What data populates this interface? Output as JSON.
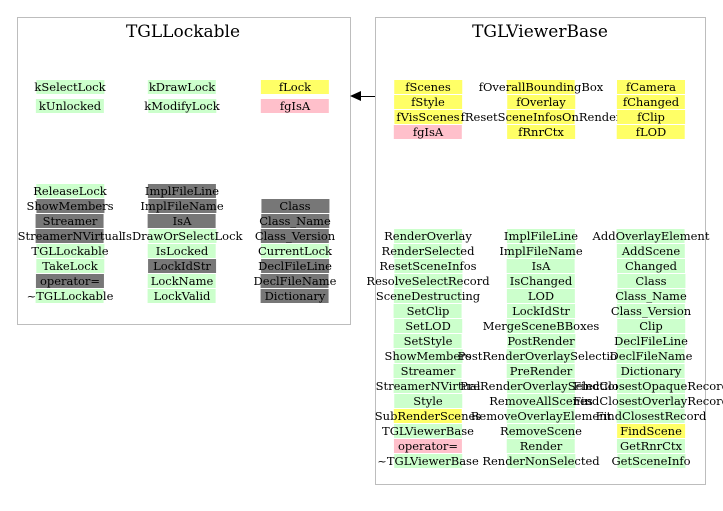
{
  "colors": {
    "public": "#ccffcc",
    "protected": "#ffff66",
    "private": "#ffc0cb",
    "inherited": "#777777"
  },
  "classes": {
    "lockable": {
      "title": "TGLLockable",
      "data_members": {
        "col1": [
          {
            "label": "kSelectLock",
            "kind": "public"
          },
          {
            "label": "kUnlocked",
            "kind": "public"
          }
        ],
        "col2": [
          {
            "label": "kDrawLock",
            "kind": "public"
          },
          {
            "label": "kModifyLock",
            "kind": "public"
          }
        ],
        "col3": [
          {
            "label": "fLock",
            "kind": "protected"
          },
          {
            "label": "fgIsA",
            "kind": "private"
          }
        ]
      },
      "methods": {
        "col1": [
          {
            "label": "ReleaseLock",
            "kind": "public"
          },
          {
            "label": "ShowMembers",
            "kind": "inherited"
          },
          {
            "label": "Streamer",
            "kind": "inherited"
          },
          {
            "label": "StreamerNVirtual",
            "kind": "inherited"
          },
          {
            "label": "TGLLockable",
            "kind": "public"
          },
          {
            "label": "TakeLock",
            "kind": "public"
          },
          {
            "label": "operator=",
            "kind": "inherited"
          },
          {
            "label": "~TGLLockable",
            "kind": "public"
          }
        ],
        "col2": [
          {
            "label": "ImplFileLine",
            "kind": "inherited"
          },
          {
            "label": "ImplFileName",
            "kind": "inherited"
          },
          {
            "label": "IsA",
            "kind": "inherited"
          },
          {
            "label": "IsDrawOrSelectLock",
            "kind": "public"
          },
          {
            "label": "IsLocked",
            "kind": "public"
          },
          {
            "label": "LockIdStr",
            "kind": "inherited"
          },
          {
            "label": "LockName",
            "kind": "public"
          },
          {
            "label": "LockValid",
            "kind": "public"
          }
        ],
        "col3": [
          {
            "label": "Class",
            "kind": "inherited"
          },
          {
            "label": "Class_Name",
            "kind": "inherited"
          },
          {
            "label": "Class_Version",
            "kind": "inherited"
          },
          {
            "label": "CurrentLock",
            "kind": "public"
          },
          {
            "label": "DeclFileLine",
            "kind": "inherited"
          },
          {
            "label": "DeclFileName",
            "kind": "inherited"
          },
          {
            "label": "Dictionary",
            "kind": "inherited"
          }
        ]
      }
    },
    "viewerbase": {
      "title": "TGLViewerBase",
      "data_members": {
        "col1": [
          {
            "label": "fScenes",
            "kind": "protected"
          },
          {
            "label": "fStyle",
            "kind": "protected"
          },
          {
            "label": "fVisScenes",
            "kind": "protected"
          },
          {
            "label": "fgIsA",
            "kind": "private"
          }
        ],
        "col2": [
          {
            "label": "fOverallBoundingBox",
            "kind": "protected"
          },
          {
            "label": "fOverlay",
            "kind": "protected"
          },
          {
            "label": "fResetSceneInfosOnRender",
            "kind": "protected"
          },
          {
            "label": "fRnrCtx",
            "kind": "protected"
          }
        ],
        "col3": [
          {
            "label": "fCamera",
            "kind": "protected"
          },
          {
            "label": "fChanged",
            "kind": "protected"
          },
          {
            "label": "fClip",
            "kind": "protected"
          },
          {
            "label": "fLOD",
            "kind": "protected"
          }
        ]
      },
      "methods": {
        "col1": [
          {
            "label": "RenderOverlay",
            "kind": "public"
          },
          {
            "label": "RenderSelected",
            "kind": "public"
          },
          {
            "label": "ResetSceneInfos",
            "kind": "public"
          },
          {
            "label": "ResolveSelectRecord",
            "kind": "public"
          },
          {
            "label": "SceneDestructing",
            "kind": "public"
          },
          {
            "label": "SetClip",
            "kind": "public"
          },
          {
            "label": "SetLOD",
            "kind": "public"
          },
          {
            "label": "SetStyle",
            "kind": "public"
          },
          {
            "label": "ShowMembers",
            "kind": "public"
          },
          {
            "label": "Streamer",
            "kind": "public"
          },
          {
            "label": "StreamerNVirtual",
            "kind": "public"
          },
          {
            "label": "Style",
            "kind": "public"
          },
          {
            "label": "SubRenderScenes",
            "kind": "protected"
          },
          {
            "label": "TGLViewerBase",
            "kind": "public"
          },
          {
            "label": "operator=",
            "kind": "private"
          },
          {
            "label": "~TGLViewerBase",
            "kind": "public"
          }
        ],
        "col2": [
          {
            "label": "ImplFileLine",
            "kind": "public"
          },
          {
            "label": "ImplFileName",
            "kind": "public"
          },
          {
            "label": "IsA",
            "kind": "public"
          },
          {
            "label": "IsChanged",
            "kind": "public"
          },
          {
            "label": "LOD",
            "kind": "public"
          },
          {
            "label": "LockIdStr",
            "kind": "public"
          },
          {
            "label": "MergeSceneBBoxes",
            "kind": "public"
          },
          {
            "label": "PostRender",
            "kind": "public"
          },
          {
            "label": "PostRenderOverlaySelection",
            "kind": "public"
          },
          {
            "label": "PreRender",
            "kind": "public"
          },
          {
            "label": "PreRenderOverlaySelection",
            "kind": "public"
          },
          {
            "label": "RemoveAllScenes",
            "kind": "public"
          },
          {
            "label": "RemoveOverlayElement",
            "kind": "public"
          },
          {
            "label": "RemoveScene",
            "kind": "public"
          },
          {
            "label": "Render",
            "kind": "public"
          },
          {
            "label": "RenderNonSelected",
            "kind": "public"
          }
        ],
        "col3": [
          {
            "label": "AddOverlayElement",
            "kind": "public"
          },
          {
            "label": "AddScene",
            "kind": "public"
          },
          {
            "label": "Changed",
            "kind": "public"
          },
          {
            "label": "Class",
            "kind": "public"
          },
          {
            "label": "Class_Name",
            "kind": "public"
          },
          {
            "label": "Class_Version",
            "kind": "public"
          },
          {
            "label": "Clip",
            "kind": "public"
          },
          {
            "label": "DeclFileLine",
            "kind": "public"
          },
          {
            "label": "DeclFileName",
            "kind": "public"
          },
          {
            "label": "Dictionary",
            "kind": "public"
          },
          {
            "label": "FindClosestOpaqueRecord",
            "kind": "public"
          },
          {
            "label": "FindClosestOverlayRecord",
            "kind": "public"
          },
          {
            "label": "FindClosestRecord",
            "kind": "public"
          },
          {
            "label": "FindScene",
            "kind": "protected"
          },
          {
            "label": "GetRnrCtx",
            "kind": "public"
          },
          {
            "label": "GetSceneInfo",
            "kind": "public"
          }
        ]
      }
    }
  }
}
